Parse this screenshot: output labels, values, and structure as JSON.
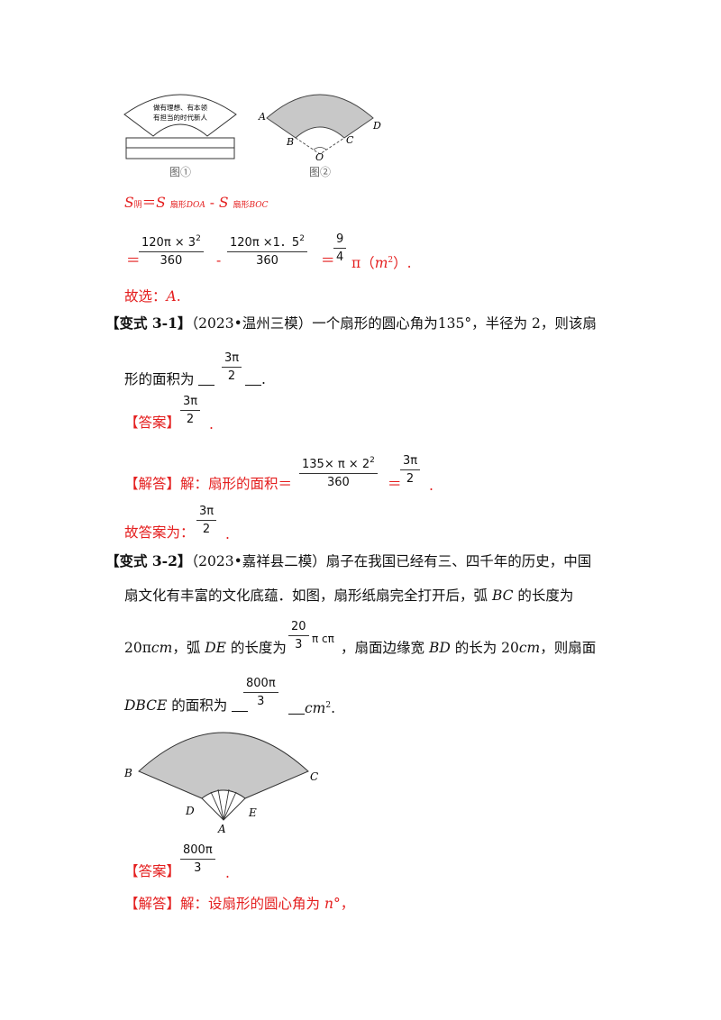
{
  "fig_top": {
    "fan1_text": [
      "做有理想、有本领",
      "有担当的时代新人"
    ],
    "fig1_caption": "图①",
    "fig2_caption": "图②",
    "fig2_labels": {
      "A": "A",
      "B": "B",
      "C": "C",
      "D": "D",
      "O": "O"
    }
  },
  "solution1": {
    "area_line": {
      "S": "S",
      "yin": "阴",
      "eq": "＝",
      "shan_doa": "扇形",
      "doa": "DOA",
      "minus": " - ",
      "shan_boc": "扇形",
      "boc": "BOC"
    },
    "calc": {
      "eq1": "＝",
      "frac1_num": "120π × 3",
      "frac1_exp": "2",
      "frac1_den": "360",
      "minus": "-",
      "frac2_num": "120π ×1．5",
      "frac2_exp": "2",
      "frac2_den": "360",
      "eq2": "＝",
      "frac3_num": "9",
      "frac3_den": "4",
      "pi": "π（",
      "unit": "m",
      "unit_exp": "2",
      "close": "）."
    },
    "choice": "故选：",
    "choice_letter": "A",
    "choice_end": "."
  },
  "variant31": {
    "label": "【变式 3-1】",
    "source": "（2023•温州三模）",
    "question": "一个扇形的圆心角为135°，半径为 2，则该扇",
    "question_line2": "形的面积为",
    "blank_answer_num": "3π",
    "blank_answer_den": "2",
    "answer_label": "【答案】",
    "answer_num": "3π",
    "answer_den": "2",
    "solve_label": "【解答】",
    "solve_text": "解：扇形的面积＝",
    "calc_num": "135× π × 2",
    "calc_exp": "2",
    "calc_den": "360",
    "calc_eq": "＝",
    "result_num": "3π",
    "result_den": "2",
    "final_text": "故答案为：",
    "final_num": "3π",
    "final_den": "2",
    "dot": "."
  },
  "variant32": {
    "label": "【变式 3-2】",
    "source": "（2023•嘉祥县二模）",
    "line1": "扇子在我国已经有三、四千年的历史，中国",
    "line2": "扇文化有丰富的文化底蕴．如图，扇形纸扇完全打开后，弧 ",
    "bc": "BC",
    "line2b": " 的长度为",
    "line3a": "20π",
    "cm1": "cm",
    "line3b": "，弧 ",
    "de": "DE",
    "line3c": " 的长度为",
    "de_num": "20",
    "de_den": "3",
    "de_unit": "π cπ",
    "line3d": "，扇面边缘宽 ",
    "bd": "BD",
    "line3e": " 的长为 20",
    "cm2": "cm",
    "line3f": "，则扇面",
    "line4a": "DBCE",
    "line4b": " 的面积为",
    "blank_num": "800π",
    "blank_den": "3",
    "line4c": "cm",
    "line4c_exp": "2",
    "line4d": ".",
    "fig_labels": {
      "B": "B",
      "C": "C",
      "D": "D",
      "E": "E",
      "A": "A"
    },
    "answer_label": "【答案】",
    "answer_num": "800π",
    "answer_den": "3",
    "solve_label": "【解答】",
    "solve_text": "解：设扇形的圆心角为 ",
    "n": "n",
    "deg": "°，"
  }
}
